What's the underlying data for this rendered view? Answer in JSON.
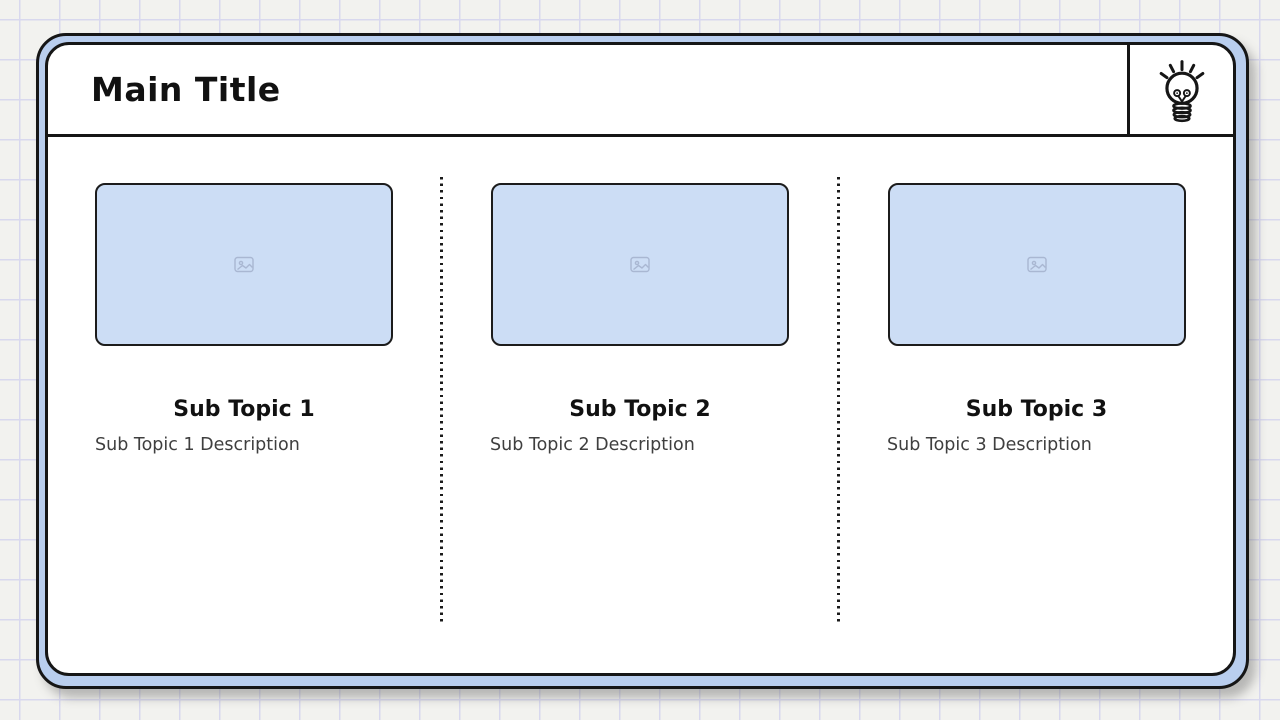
{
  "slide": {
    "header": {
      "title": "Main Title",
      "icon": "lightbulb-icon"
    },
    "columns": [
      {
        "title": "Sub Topic 1",
        "description": "Sub Topic 1 Description",
        "placeholder_icon": "image-icon"
      },
      {
        "title": "Sub Topic 2",
        "description": "Sub Topic 2 Description",
        "placeholder_icon": "image-icon"
      },
      {
        "title": "Sub Topic 3",
        "description": "Sub Topic 3 Description",
        "placeholder_icon": "image-icon"
      }
    ],
    "colors": {
      "background": "#f2f2ef",
      "grid_line": "#d8d8ee",
      "frame_fill": "#b9ceee",
      "card_fill": "#ffffff",
      "border": "#161616",
      "placeholder_fill": "#ccddf5",
      "placeholder_icon": "#a9b7d2",
      "title_text": "#111111",
      "description_text": "#3f3f3f"
    }
  }
}
